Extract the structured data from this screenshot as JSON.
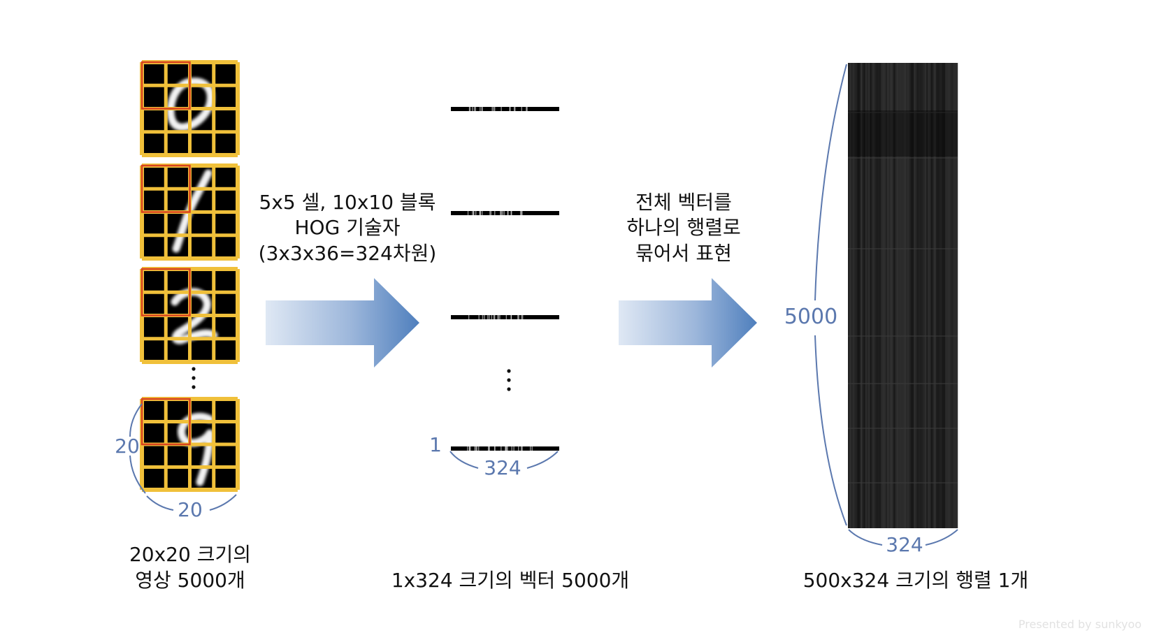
{
  "digits": [
    {
      "glyph": "0",
      "name": "digit-zero-image"
    },
    {
      "glyph": "1",
      "name": "digit-one-image"
    },
    {
      "glyph": "2",
      "name": "digit-two-image"
    },
    {
      "glyph": "9",
      "name": "digit-nine-image"
    }
  ],
  "colors": {
    "cell_frame": "#f0c03a",
    "block_frame": "#d8431e",
    "cell_bg": "#000000",
    "stroke": "#ffffff",
    "dimension_blue": "#5b78ae",
    "arrow_light": "#dce6f3",
    "arrow_dark": "#4f7fbd",
    "matrix_bg": "#161616"
  },
  "labels": {
    "image_height": "20",
    "image_width": "20",
    "images_caption_line1": "20x20 크기의",
    "images_caption_line2": "영상 5000개",
    "step1_line1": "5x5 셀, 10x10 블록",
    "step1_line2": "HOG 기술자",
    "step1_line3": "(3x3x36=324차원)",
    "vector_height": "1",
    "vector_width": "324",
    "vectors_caption": "1x324 크기의 벡터 5000개",
    "step2_line1": "전체 벡터를",
    "step2_line2": "하나의 행렬로",
    "step2_line3": "묶어서 표현",
    "matrix_rows": "5000",
    "matrix_cols": "324",
    "matrix_caption": "500x324 크기의 행렬 1개",
    "watermark": "Presented by sunkyoo"
  },
  "icons": [
    "vertical-ellipsis-icon",
    "right-arrow-icon"
  ]
}
